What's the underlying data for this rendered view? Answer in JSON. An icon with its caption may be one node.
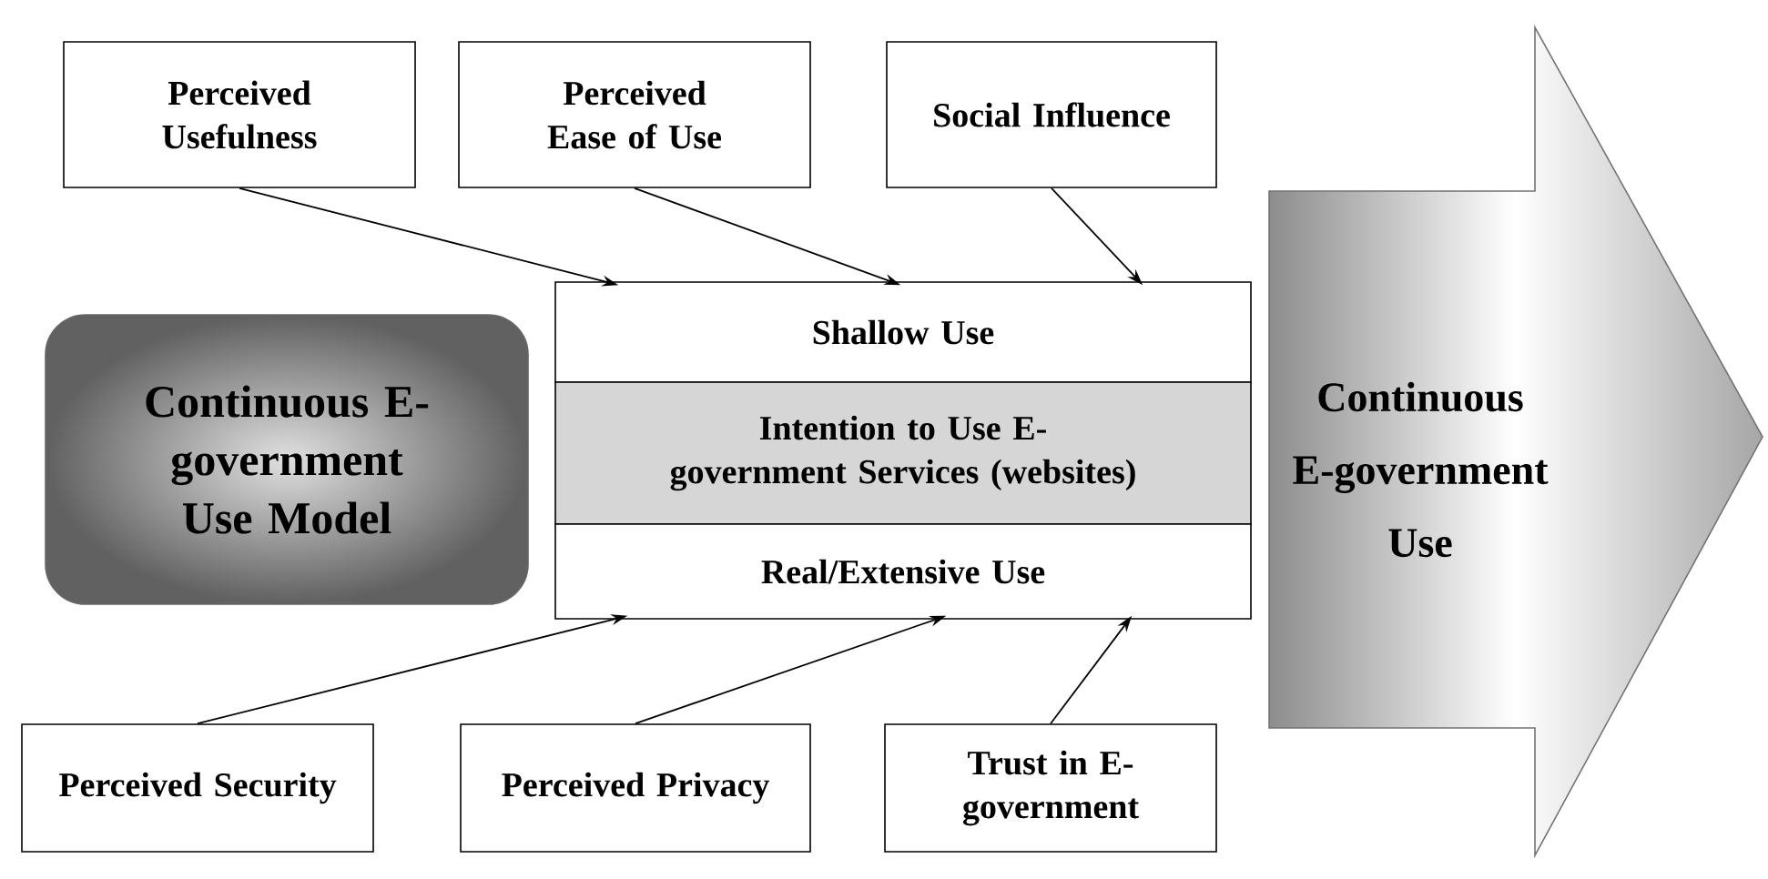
{
  "diagram": {
    "nodes": [
      {
        "text": [
          "Perceived Usefulness"
        ]
      },
      {
        "text": [
          "Perceived Ease of Use"
        ]
      },
      {
        "text": [
          "Social Influence"
        ]
      },
      {
        "text": [
          "Continuous E-government Use Model"
        ]
      },
      {
        "text": [
          "Shallow Use"
        ]
      },
      {
        "text": [
          "Intention to Use E-government Services (websites)"
        ]
      },
      {
        "text": [
          "Real/Extensive Use"
        ]
      },
      {
        "text": [
          "Continuous E-government Use"
        ]
      },
      {
        "text": [
          "Perceived Security"
        ]
      },
      {
        "text": [
          "Perceived Privacy"
        ]
      },
      {
        "text": [
          "Trust in E-government"
        ]
      }
    ],
    "edges": [
      {
        "from": 0,
        "to": 4,
        "arrow": "to"
      },
      {
        "from": 1,
        "to": 4,
        "arrow": "to"
      },
      {
        "from": 2,
        "to": 4,
        "arrow": "to"
      },
      {
        "from": 8,
        "to": 6,
        "arrow": "to"
      },
      {
        "from": 9,
        "to": 6,
        "arrow": "to"
      },
      {
        "from": 10,
        "to": 6,
        "arrow": "to"
      }
    ]
  }
}
